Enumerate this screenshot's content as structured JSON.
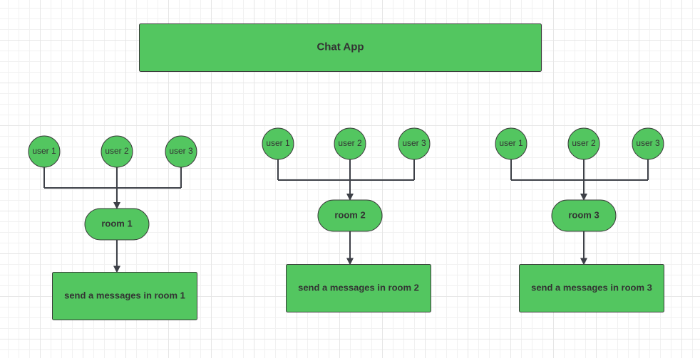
{
  "colors": {
    "node_fill": "#53c660",
    "connector": "#3d4047",
    "text": "#333333"
  },
  "diagram": {
    "title": "Chat App",
    "groups": [
      {
        "users": [
          "user 1",
          "user 2",
          "user 3"
        ],
        "room": "room 1",
        "action": "send a messages in room 1"
      },
      {
        "users": [
          "user 1",
          "user 2",
          "user 3"
        ],
        "room": "room 2",
        "action": "send a messages in room 2"
      },
      {
        "users": [
          "user 1",
          "user 2",
          "user 3"
        ],
        "room": "room 3",
        "action": "send a messages in room 3"
      }
    ]
  }
}
